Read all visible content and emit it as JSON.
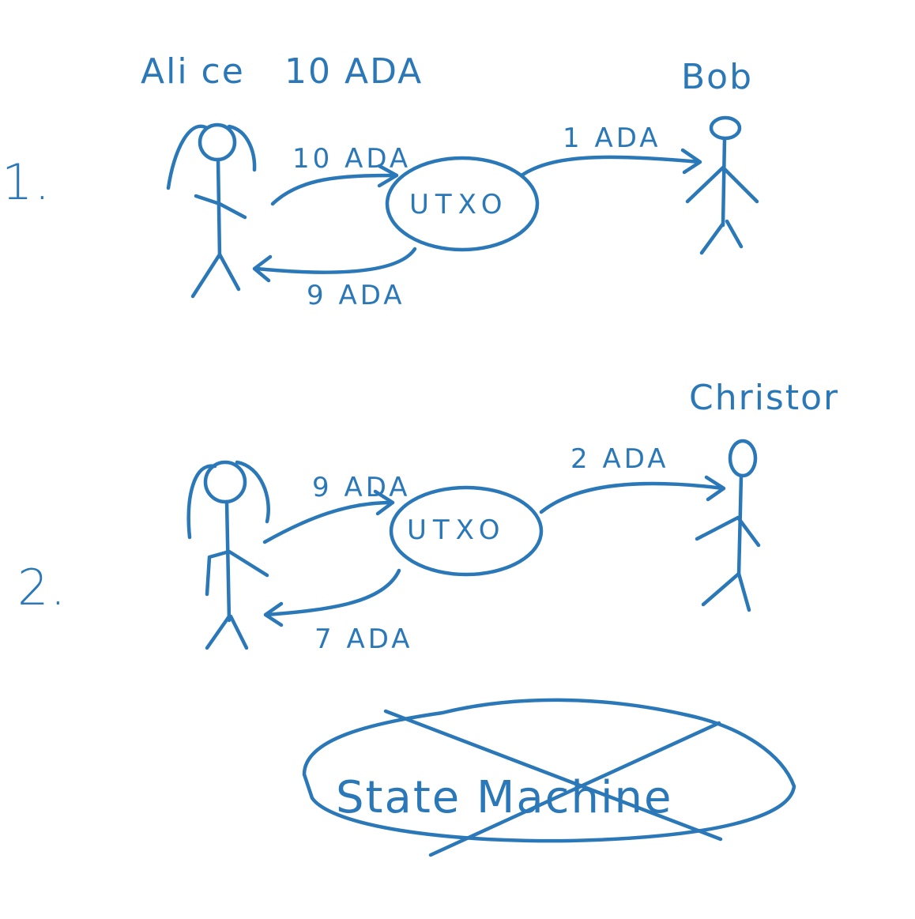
{
  "colors": {
    "ink": "#2b78b8",
    "background": "#ffffff"
  },
  "scene1": {
    "step": "1.",
    "sender_label": "Ali ce",
    "sender_balance": "10 ADA",
    "receiver_label": "Bob",
    "node_label": "UTXO",
    "input_amount": "10 ADA",
    "change_amount": "9 ADA",
    "output_amount": "1 ADA"
  },
  "scene2": {
    "step": "2.",
    "receiver_label": "Christor",
    "node_label": "UTXO",
    "input_amount": "9 ADA",
    "change_amount": "7 ADA",
    "output_amount": "2 ADA"
  },
  "crossed_out": {
    "label": "State Machine"
  }
}
